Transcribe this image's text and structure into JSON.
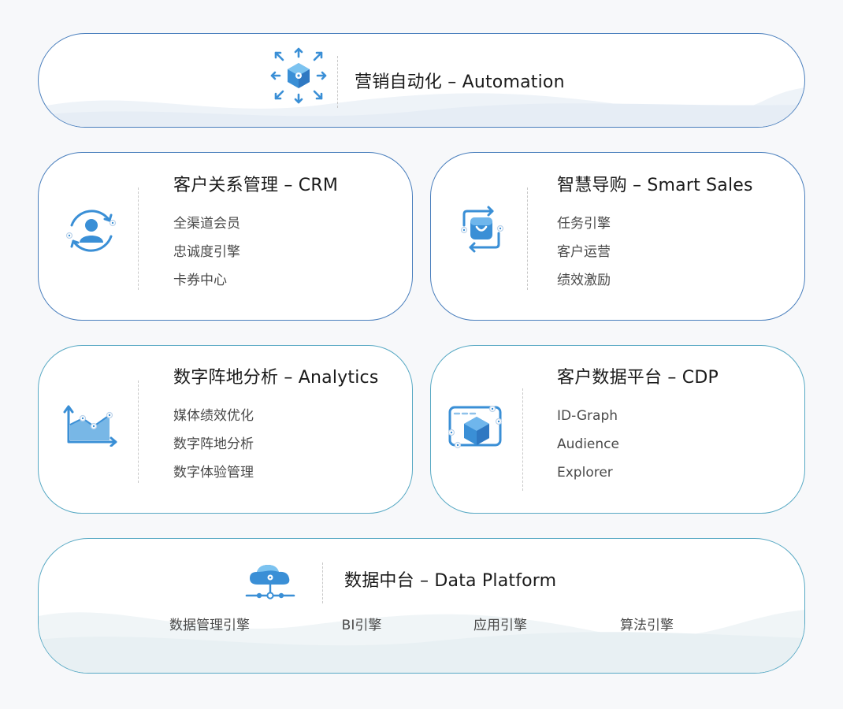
{
  "automation": {
    "title": "营销自动化 – Automation",
    "icon": "cube-expand-icon"
  },
  "crm": {
    "title": "客户关系管理 – CRM",
    "icon": "user-cycle-icon",
    "items": [
      "全渠道会员",
      "忠诚度引擎",
      "卡券中心"
    ]
  },
  "smart_sales": {
    "title": "智慧导购 – Smart Sales",
    "icon": "shopping-bag-cycle-icon",
    "items": [
      "任务引擎",
      "客户运营",
      "绩效激励"
    ]
  },
  "analytics": {
    "title": "数字阵地分析 – Analytics",
    "icon": "area-chart-icon",
    "items": [
      "媒体绩效优化",
      "数字阵地分析",
      "数字体验管理"
    ]
  },
  "cdp": {
    "title": "客户数据平台 – CDP",
    "icon": "data-cube-window-icon",
    "items": [
      "ID-Graph",
      "Audience",
      "Explorer"
    ]
  },
  "data_platform": {
    "title": "数据中台 – Data Platform",
    "icon": "cloud-network-icon",
    "engines": [
      "数据管理引擎",
      "BI引擎",
      "应用引擎",
      "算法引擎"
    ]
  },
  "colors": {
    "card_border_blue": "#4a7fbd",
    "card_border_teal": "#58a9c4",
    "icon_blue": "#3a8fd6",
    "icon_teal": "#4fb0c6",
    "background": "#f7f8fa"
  }
}
